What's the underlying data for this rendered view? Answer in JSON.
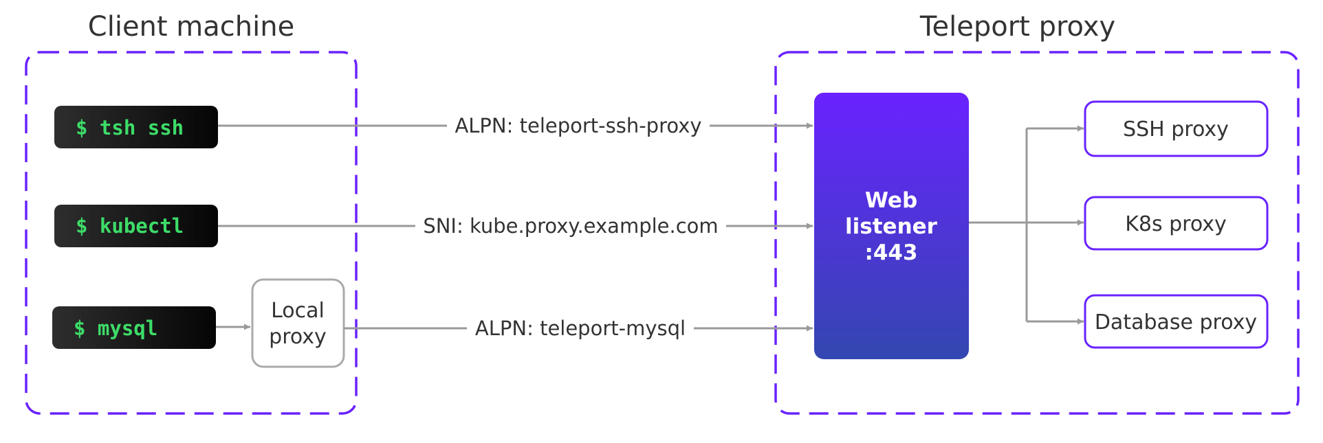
{
  "groups": {
    "client": {
      "title": "Client machine"
    },
    "proxy": {
      "title": "Teleport proxy"
    }
  },
  "commands": {
    "tsh_ssh": "$ tsh ssh",
    "kubectl": "$ kubectl",
    "mysql": "$ mysql"
  },
  "local_proxy": {
    "line1": "Local",
    "line2": "proxy"
  },
  "connections": {
    "ssh": "ALPN: teleport-ssh-proxy",
    "kube": "SNI: kube.proxy.example.com",
    "mysql": "ALPN: teleport-mysql"
  },
  "web_listener": {
    "line1": "Web",
    "line2": "listener",
    "line3": ":443"
  },
  "services": {
    "ssh": "SSH proxy",
    "k8s": "K8s proxy",
    "database": "Database proxy"
  },
  "colors": {
    "accent": "#6922ff",
    "listener_top": "#6a22ff",
    "listener_bottom": "#3347b0",
    "command_bg": "#1a1a1a",
    "command_text": "#3ddc68",
    "arrow": "#999999",
    "local_proxy_border": "#aaaaaa",
    "text": "#333333"
  }
}
